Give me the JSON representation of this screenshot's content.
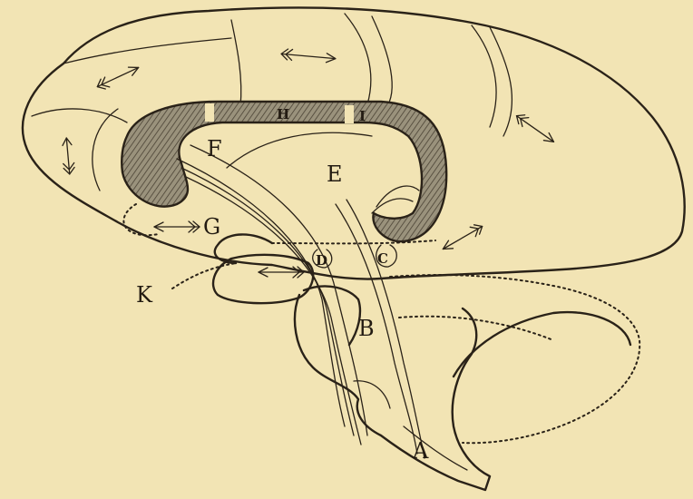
{
  "labels": {
    "A": "A",
    "B": "B",
    "C": "C",
    "D": "D",
    "E": "E",
    "F": "F",
    "G": "G",
    "H": "H",
    "I": "I",
    "K": "K"
  },
  "colors": {
    "paper": "#f2e4b4",
    "ink": "#2a2218",
    "callosum_fill": "#8b8472"
  }
}
